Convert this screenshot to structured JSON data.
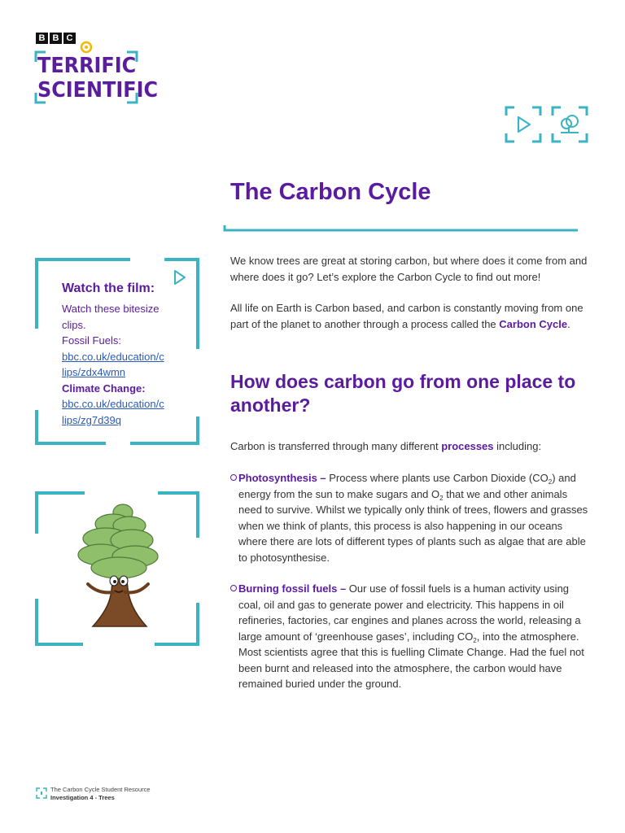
{
  "logo": {
    "bbc": [
      "B",
      "B",
      "C"
    ],
    "line1": "TERRIFIC",
    "line2": "SCIENTIFIC"
  },
  "header_icons": [
    "play-icon",
    "tree-icon"
  ],
  "title": "The Carbon Cycle",
  "intro": {
    "p1": "We know trees are great at storing carbon, but where does it come from and where does it go? Let’s explore the Carbon Cycle to find out more!",
    "p2_start": "All life on Earth is Carbon based, and carbon is constantly moving from one part of the planet to another through a process called the ",
    "p2_highlight": "Carbon Cycle",
    "p2_end": "."
  },
  "section_heading": "How does carbon go from one place to another?",
  "transfer": {
    "start": "Carbon is transferred through many different ",
    "highlight": "processes",
    "end": " including:"
  },
  "bullets": {
    "photosynthesis": {
      "term": "Photosynthesis –",
      "t1": " Process where plants use Carbon Dioxide (CO",
      "sub1": "2",
      "t2": ") and energy from the sun to make sugars and O",
      "sub2": "2",
      "t3": " that we and other animals need to survive. Whilst we typically only think of trees, flowers and grasses when we think of plants, this process is also happening in our oceans where there are lots of different types of plants such as algae that are able to photosynthesise."
    },
    "fossil": {
      "term": "Burning fossil fuels –",
      "t1": " Our use of fossil fuels is a human activity using coal, oil and gas to generate power and electricity. This happens in oil refineries, factories, car engines and planes across the world, releasing a large amount of ‘greenhouse gases’, including CO",
      "sub1": "2",
      "t2": ", into the atmosphere. Most scientists agree that this is fuelling Climate Change. Had the fuel not been burnt and released into the atmosphere, the carbon would have remained buried under the ground."
    }
  },
  "film": {
    "heading": "Watch the film:",
    "intro": "Watch these bitesize clips.",
    "label1": "Fossil Fuels:",
    "link1": "bbc.co.uk/education/clips/zdx4wmn",
    "label2": "Climate Change:",
    "link2": "bbc.co.uk/education/clips/zg7d39q"
  },
  "footer": {
    "line1": "The Carbon Cycle Student Resource",
    "line2": "Investigation 4 - Trees"
  },
  "colors": {
    "accent_purple": "#5a1b9e",
    "frame_teal": "#3bb3c3",
    "logo_yellow": "#f5b800",
    "link_blue": "#2b5bb8"
  }
}
